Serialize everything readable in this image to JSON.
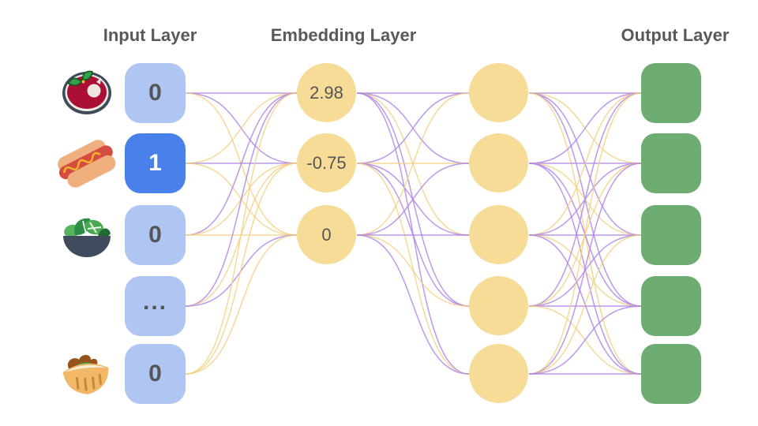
{
  "titles": {
    "input": "Input Layer",
    "embedding": "Embedding Layer",
    "output": "Output Layer"
  },
  "input_layer": {
    "nodes": [
      {
        "label": "0",
        "active": false,
        "icon": "soup-icon"
      },
      {
        "label": "1",
        "active": true,
        "icon": "hotdog-icon"
      },
      {
        "label": "0",
        "active": false,
        "icon": "salad-icon"
      },
      {
        "label": "...",
        "active": false,
        "icon": null
      },
      {
        "label": "0",
        "active": false,
        "icon": "pita-icon"
      }
    ]
  },
  "embedding_layer": {
    "nodes": [
      {
        "value": "2.98"
      },
      {
        "value": "-0.75"
      },
      {
        "value": "0"
      }
    ]
  },
  "hidden_layer": {
    "node_count": 5
  },
  "output_layer": {
    "node_count": 5
  },
  "colors": {
    "edge_purple": "#ab7fe6",
    "edge_yellow": "#f3cf80",
    "input_node_bg": "#aec6f1",
    "input_node_active_bg": "#4a80e9",
    "circle_bg": "#f6dc96",
    "output_node_bg": "#6ead72",
    "title_text": "#58595b",
    "node_text": "#555557"
  },
  "edges": {
    "input_to_embedding": [
      [
        "P",
        "P",
        "Y"
      ],
      [
        "Y",
        "P",
        "Y"
      ],
      [
        "P",
        "Y",
        "Y"
      ],
      [
        "P",
        "Y",
        "P"
      ],
      [
        "Y",
        "Y",
        "Y"
      ]
    ],
    "embedding_to_hidden": [
      [
        "P",
        "P",
        "Y",
        "P",
        "P"
      ],
      [
        "P",
        "Y",
        "P",
        "P",
        "Y"
      ],
      [
        "Y",
        "P",
        "P",
        "Y",
        "P"
      ]
    ],
    "hidden_to_output": [
      [
        "P",
        "Y",
        "P",
        "P",
        "Y"
      ],
      [
        "P",
        "P",
        "Y",
        "P",
        "P"
      ],
      [
        "Y",
        "P",
        "P",
        "Y",
        "P"
      ],
      [
        "P",
        "Y",
        "P",
        "P",
        "Y"
      ],
      [
        "Y",
        "P",
        "Y",
        "P",
        "P"
      ]
    ]
  }
}
